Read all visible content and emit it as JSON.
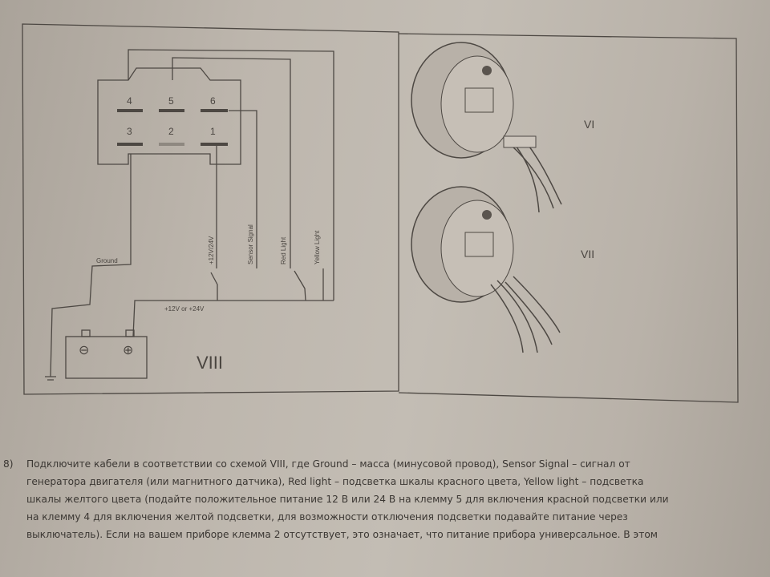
{
  "diagram": {
    "scheme_label": "VIII",
    "terminals": [
      "4",
      "5",
      "6",
      "3",
      "2",
      "1"
    ],
    "wire_labels": {
      "ground": "Ground",
      "power": "+12V/24V",
      "sensor": "Sensor Signal",
      "red": "Red Light",
      "yellow": "Yellow Light",
      "supply": "+12V or +24V"
    },
    "battery": {
      "minus": "⊖",
      "plus": "⊕"
    },
    "gauge_labels": [
      "VI",
      "VII"
    ]
  },
  "paragraph": {
    "number": "8)",
    "lines": [
      "Подключите кабели в соответствии со схемой VIII, где Ground – масса (минусовой провод), Sensor Signal – сигнал от",
      "генератора двигателя (или магнитного датчика), Red light – подсветка шкалы красного цвета, Yellow light – подсветка",
      "шкалы желтого цвета (подайте положительное питание 12 В или 24 В на клемму 5 для включения красной подсветки или",
      "на клемму 4 для включения желтой подсветки, для возможности отключения подсветки подавайте питание через",
      "выключатель). Если на вашем приборе клемма 2 отсутствует, это означает, что питание прибора универсальное. В этом"
    ]
  }
}
